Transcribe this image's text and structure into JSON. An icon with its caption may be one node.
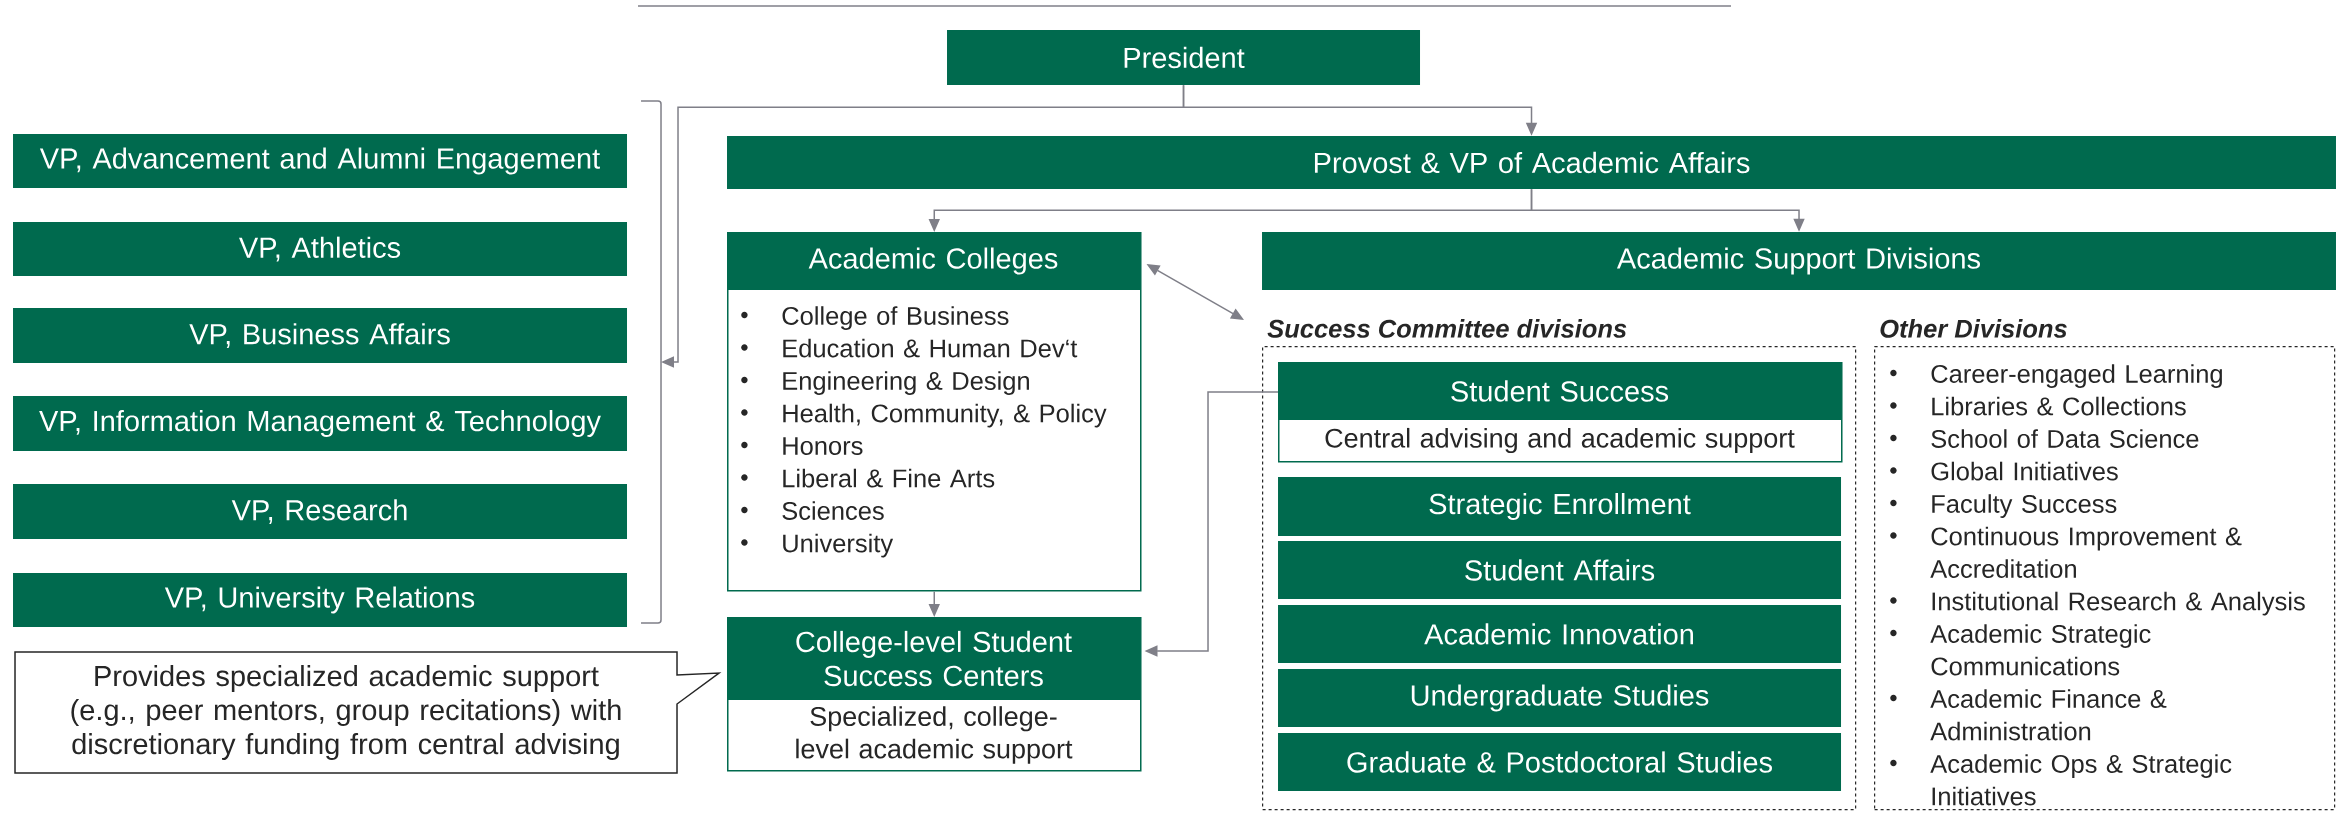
{
  "diagram": {
    "nodes": [
      {
        "text": [
          "President"
        ]
      },
      {
        "text": [
          "VP, Advancement and Alumni Engagement"
        ]
      },
      {
        "text": [
          "VP, Athletics"
        ]
      },
      {
        "text": [
          "VP, Business Affairs"
        ]
      },
      {
        "text": [
          "VP, Information Management & Technology"
        ]
      },
      {
        "text": [
          "VP, Research"
        ]
      },
      {
        "text": [
          "VP, University Relations"
        ]
      },
      {
        "text": [
          "Provost & VP of Academic Affairs"
        ]
      },
      {
        "text": [
          "Academic Colleges",
          "College of Business",
          "Education & Human Dev‘t",
          "Engineering & Design",
          "Health, Community, & Policy",
          "Honors",
          "Liberal & Fine Arts",
          "Sciences",
          "University"
        ]
      },
      {
        "text": [
          "College-level Student Success Centers",
          "Specialized, college-level academic support"
        ]
      },
      {
        "text": [
          "Provides specialized academic support (e.g., peer mentors, group recitations) with discretionary funding from central advising"
        ]
      },
      {
        "text": [
          "Academic Support Divisions"
        ]
      },
      {
        "text": [
          "Success Committee divisions"
        ]
      },
      {
        "text": [
          "Student Success",
          "Central advising and academic support"
        ],
        "in": 12
      },
      {
        "text": [
          "Strategic Enrollment"
        ],
        "in": 12
      },
      {
        "text": [
          "Student Affairs"
        ],
        "in": 12
      },
      {
        "text": [
          "Academic Innovation"
        ],
        "in": 12
      },
      {
        "text": [
          "Undergraduate Studies"
        ],
        "in": 12
      },
      {
        "text": [
          "Graduate & Postdoctoral Studies"
        ],
        "in": 12
      },
      {
        "text": [
          "Other Divisions",
          "Career-engaged Learning",
          "Libraries & Collections",
          "School of Data Science",
          "Global Initiatives",
          "Faculty Success",
          "Continuous Improvement & Accreditation",
          "Institutional Research & Analysis",
          "Academic Strategic Communications",
          "Academic Finance & Administration",
          "Academic Ops & Strategic Initiatives"
        ]
      }
    ],
    "edges": [
      {
        "from": 0,
        "to": 7,
        "arrow": "to"
      },
      {
        "from": 0,
        "to": null,
        "arrow": "to"
      },
      {
        "from": 7,
        "to": 8,
        "arrow": "to"
      },
      {
        "from": 7,
        "to": 11,
        "arrow": "to"
      },
      {
        "from": 8,
        "to": 12,
        "arrow": "both"
      },
      {
        "from": 8,
        "to": 9,
        "arrow": "to"
      },
      {
        "from": 13,
        "to": 9,
        "arrow": "to"
      }
    ]
  }
}
